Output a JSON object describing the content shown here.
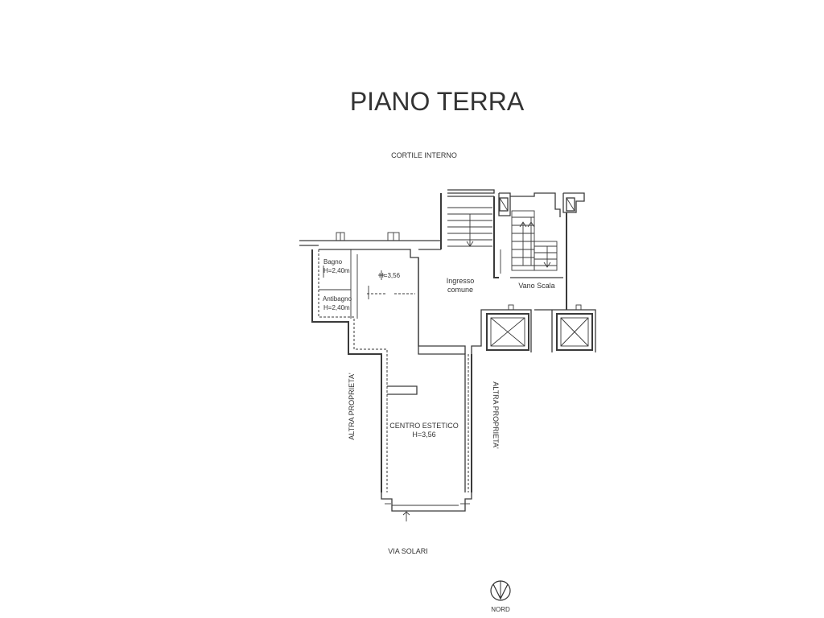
{
  "plan": {
    "title": "PIANO TERRA",
    "north_label": "NORD",
    "surroundings": {
      "top": "CORTILE INTERNO",
      "bottom": "VIA SOLARI",
      "left": "ALTRA PROPRIETA'",
      "right": "ALTRA PROPRIETA'"
    },
    "rooms": {
      "bagno_name": "Bagno",
      "bagno_height": "H=2,40m",
      "antibagno_name": "Antibagno",
      "antibagno_height": "H=2,40m",
      "back_room_height": "H=3,56",
      "ingresso_line1": "Ingresso",
      "ingresso_line2": "comune",
      "vano_scala": "Vano Scala",
      "centro_name": "CENTRO ESTETICO",
      "centro_height": "H=3,56"
    }
  }
}
